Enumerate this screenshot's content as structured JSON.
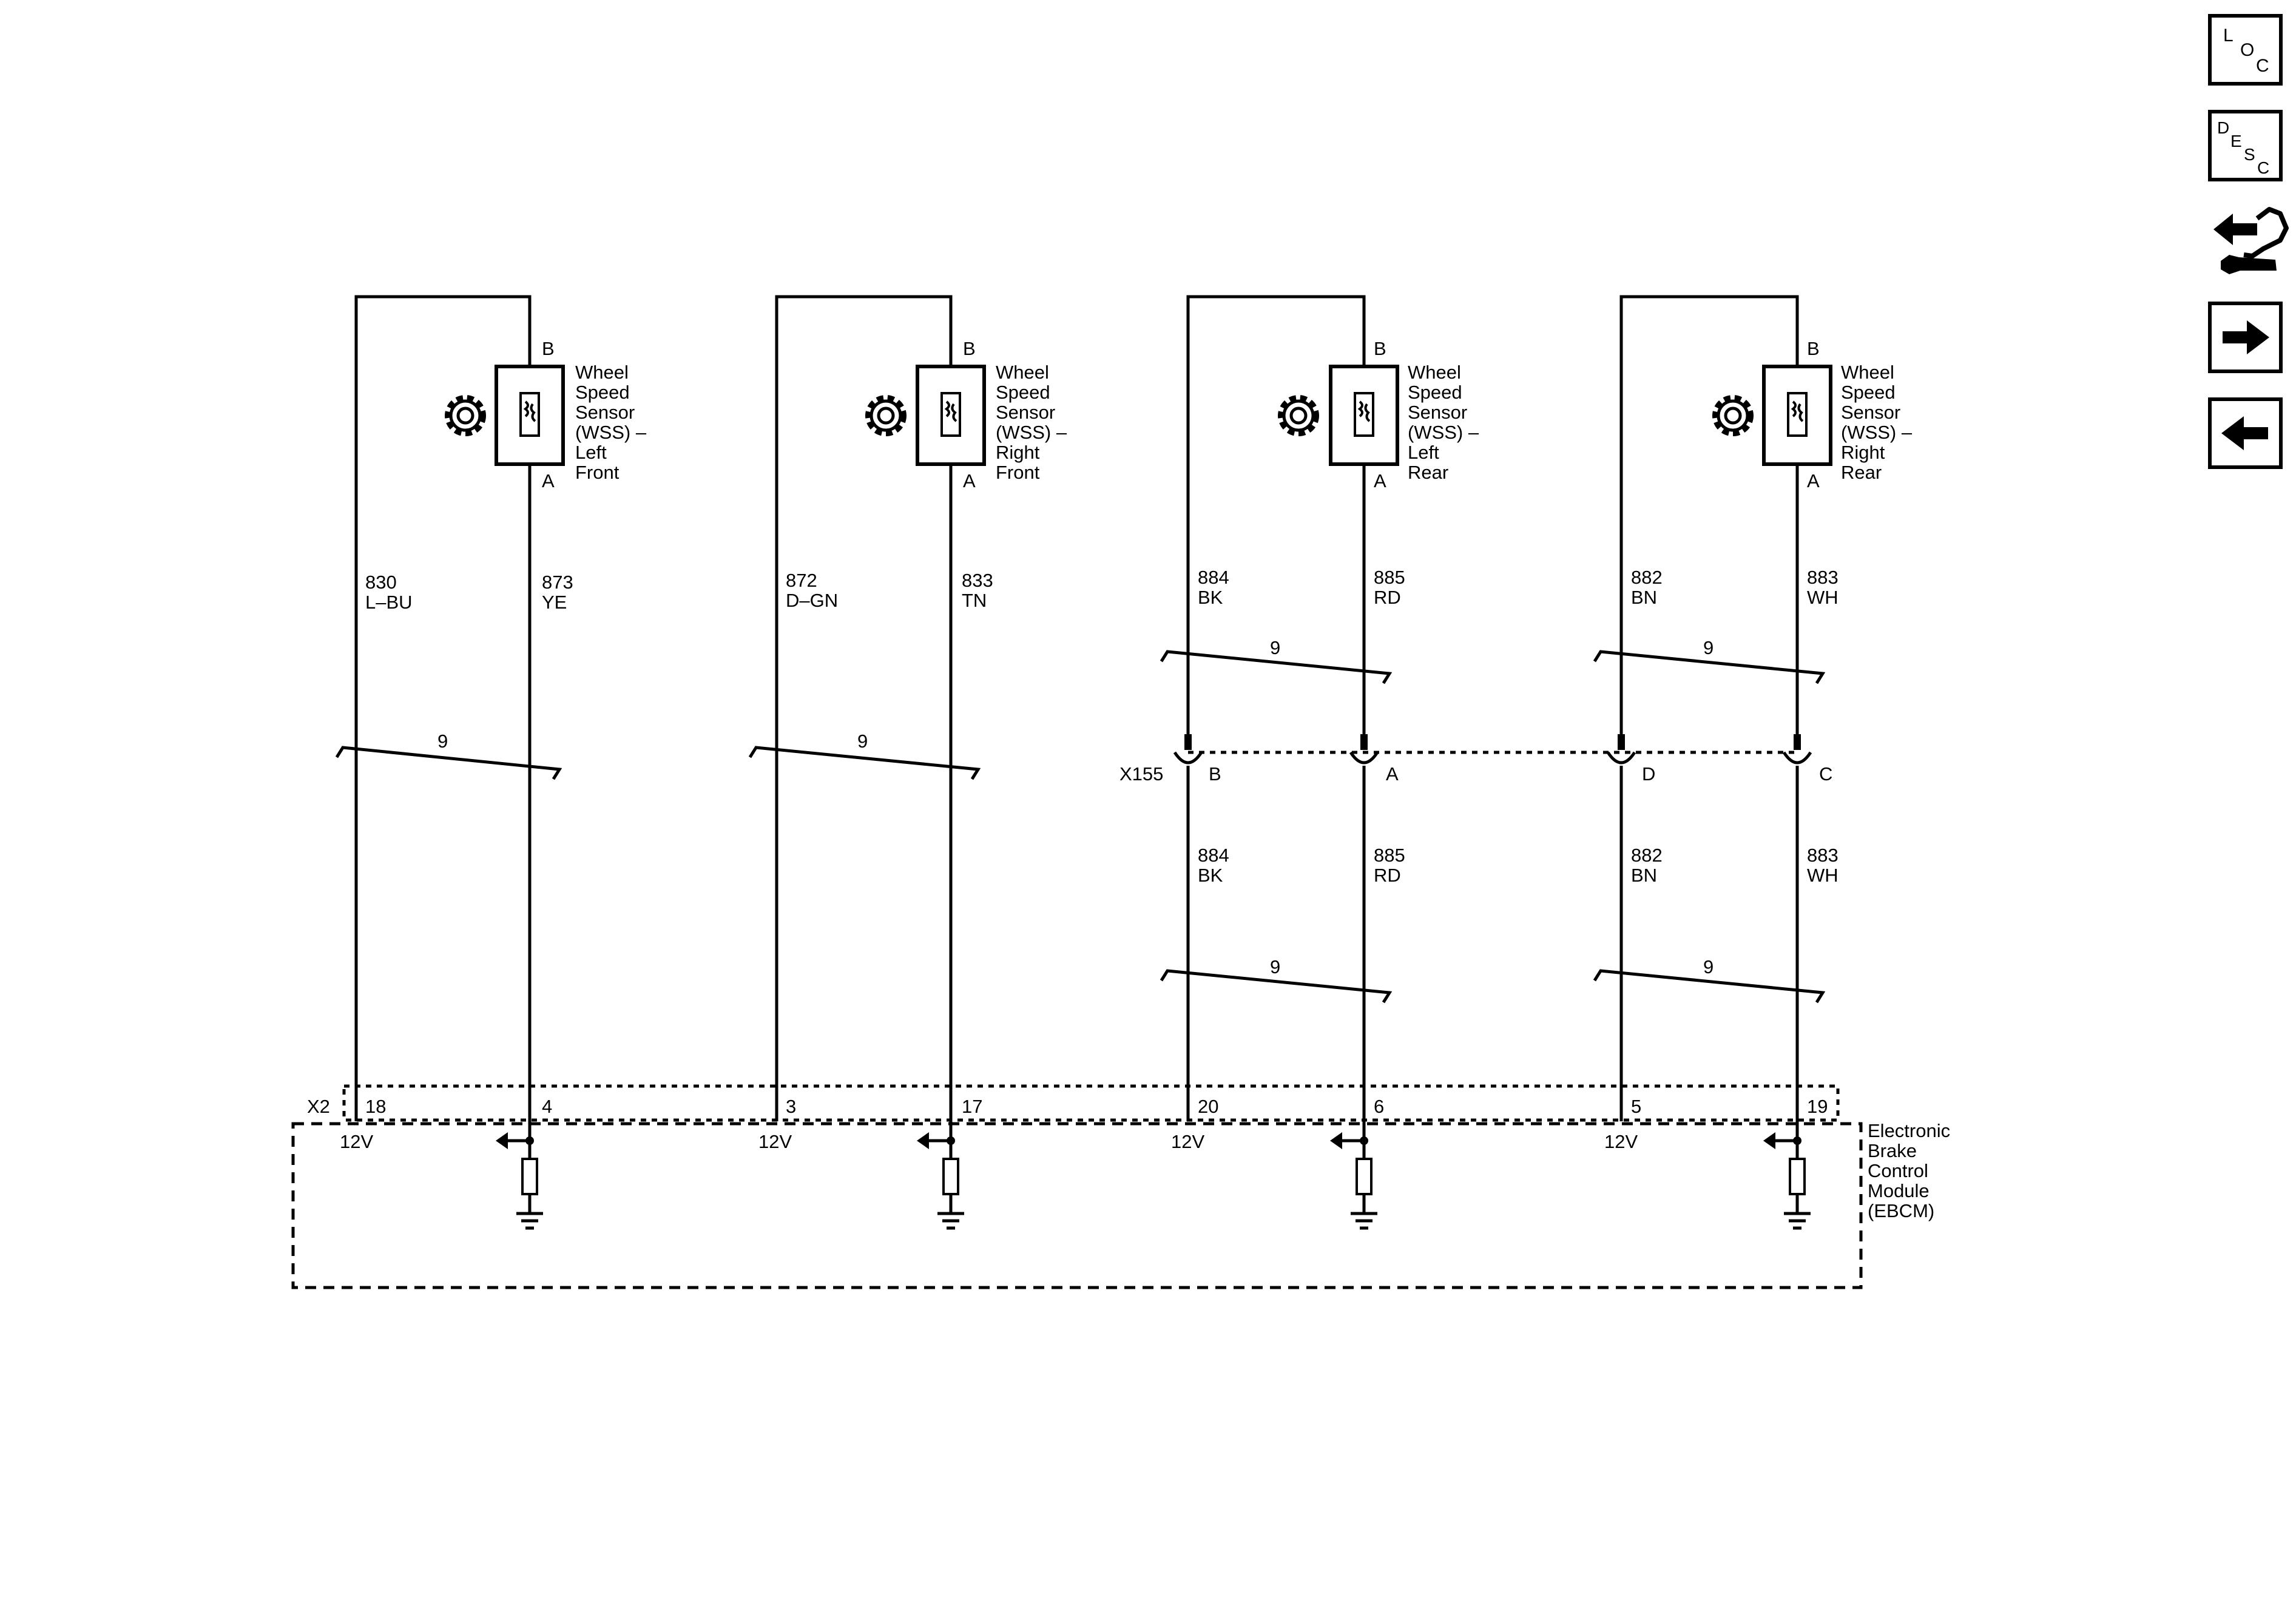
{
  "sensors": [
    {
      "name": "Wheel Speed Sensor (WSS) – Left Front",
      "lines": [
        "Wheel",
        "Speed",
        "Sensor",
        "(WSS) –",
        "Left",
        "Front"
      ],
      "pin_b": "B",
      "pin_a": "A",
      "wire_left": {
        "circuit": "830",
        "color": "L–BU"
      },
      "wire_right": {
        "circuit": "873",
        "color": "YE"
      },
      "twist": "9",
      "ebcm_left_pin": "18",
      "ebcm_right_pin": "4",
      "supply": "12V"
    },
    {
      "name": "Wheel Speed Sensor (WSS) – Right Front",
      "lines": [
        "Wheel",
        "Speed",
        "Sensor",
        "(WSS) –",
        "Right",
        "Front"
      ],
      "pin_b": "B",
      "pin_a": "A",
      "wire_left": {
        "circuit": "872",
        "color": "D–GN"
      },
      "wire_right": {
        "circuit": "833",
        "color": "TN"
      },
      "twist": "9",
      "ebcm_left_pin": "3",
      "ebcm_right_pin": "17",
      "supply": "12V"
    },
    {
      "name": "Wheel Speed Sensor (WSS) – Left Rear",
      "lines": [
        "Wheel",
        "Speed",
        "Sensor",
        "(WSS) –",
        "Left",
        "Rear"
      ],
      "pin_b": "B",
      "pin_a": "A",
      "wire_left": {
        "circuit": "884",
        "color": "BK"
      },
      "wire_right": {
        "circuit": "885",
        "color": "RD"
      },
      "twist_upper": "9",
      "twist_lower": "9",
      "conn_left_pin": "B",
      "conn_right_pin": "A",
      "wire_left_lower": {
        "circuit": "884",
        "color": "BK"
      },
      "wire_right_lower": {
        "circuit": "885",
        "color": "RD"
      },
      "ebcm_left_pin": "20",
      "ebcm_right_pin": "6",
      "supply": "12V"
    },
    {
      "name": "Wheel Speed Sensor (WSS) – Right Rear",
      "lines": [
        "Wheel",
        "Speed",
        "Sensor",
        "(WSS) –",
        "Right",
        "Rear"
      ],
      "pin_b": "B",
      "pin_a": "A",
      "wire_left": {
        "circuit": "882",
        "color": "BN"
      },
      "wire_right": {
        "circuit": "883",
        "color": "WH"
      },
      "twist_upper": "9",
      "twist_lower": "9",
      "conn_left_pin": "D",
      "conn_right_pin": "C",
      "wire_left_lower": {
        "circuit": "882",
        "color": "BN"
      },
      "wire_right_lower": {
        "circuit": "883",
        "color": "WH"
      },
      "ebcm_left_pin": "5",
      "ebcm_right_pin": "19",
      "supply": "12V"
    }
  ],
  "inline_connector": {
    "label": "X155"
  },
  "module": {
    "connector_label": "X2",
    "lines": [
      "Electronic",
      "Brake",
      "Control",
      "Module",
      "(EBCM)"
    ]
  },
  "nav": {
    "loc": {
      "l": "L",
      "o": "O",
      "c": "C"
    },
    "desc": {
      "d": "D",
      "e": "E",
      "s": "S",
      "c": "C"
    }
  }
}
